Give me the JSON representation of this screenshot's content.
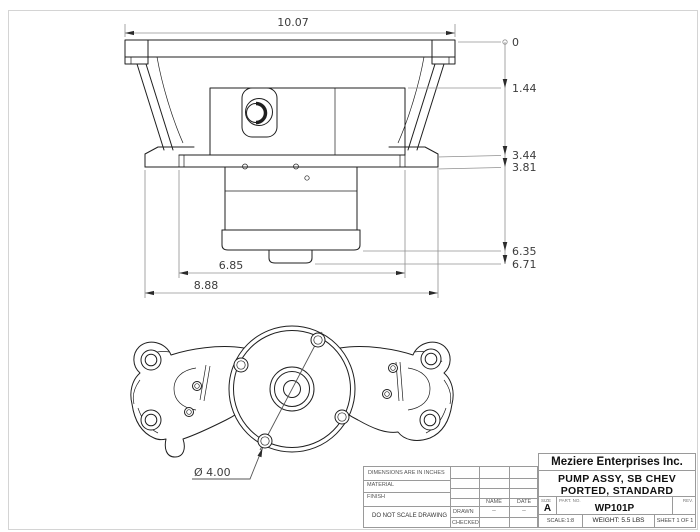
{
  "sheet": {
    "dims": {
      "overall_width": "10.07",
      "ordinate": [
        "0",
        "1.44",
        "3.44",
        "3.81",
        "6.35",
        "6.71"
      ],
      "width_inner": "6.85",
      "width_outer": "8.88",
      "bolt_circle_dia": "Ø 4.00"
    },
    "title_block": {
      "company": "Meziere Enterprises Inc.",
      "title_line1": "PUMP ASSY, SB CHEV",
      "title_line2": "PORTED, STANDARD",
      "size_label": "SIZE",
      "size_value": "A",
      "part_no_label": "PART. NO.",
      "part_no_value": "WP101P",
      "rev_label": "REV.",
      "scale_text": "SCALE:1:8",
      "weight_text": "WEIGHT: 5.5 LBS",
      "sheet_text": "SHEET 1 OF 1",
      "units_note": "DIMENSIONS ARE IN INCHES",
      "material_label": "MATERIAL",
      "finish_label": "FINISH",
      "no_scale_note": "DO NOT SCALE DRAWING",
      "drawn_label": "DRAWN",
      "checked_label": "CHECKED",
      "name_label": "NAME",
      "date_label": "DATE",
      "drawn_name": "--",
      "drawn_date": "--"
    }
  }
}
